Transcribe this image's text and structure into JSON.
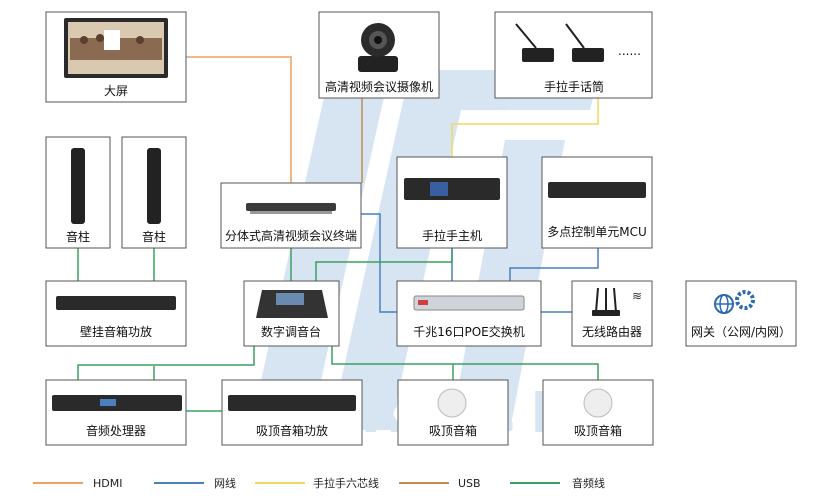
{
  "devices": {
    "screen": "大屏",
    "camera": "高清视频会议摄像机",
    "mic": "手拉手话筒",
    "mic_more": "......",
    "column1": "音柱",
    "column2": "音柱",
    "terminal": "分体式高清视频会议终端",
    "host": "手拉手主机",
    "mcu": "多点控制单元MCU",
    "amp_wall": "壁挂音箱功放",
    "mixer": "数字调音台",
    "switch": "千兆16口POE交换机",
    "router": "无线路由器",
    "gateway": "网关（公网/内网）",
    "processor": "音频处理器",
    "amp_ceiling": "吸顶音箱功放",
    "ceiling1": "吸顶音箱",
    "ceiling2": "吸顶音箱"
  },
  "legend": [
    {
      "label": "HDMI",
      "color": "#f0a060"
    },
    {
      "label": "网线",
      "color": "#4a7fc0"
    },
    {
      "label": "手拉手六芯线",
      "color": "#f0d860"
    },
    {
      "label": "USB",
      "color": "#c08a50"
    },
    {
      "label": "音频线",
      "color": "#3aa060"
    }
  ],
  "watermark": "S-TRACK",
  "colors": {
    "border": "#555555",
    "watermark": "#b8d0ea"
  }
}
